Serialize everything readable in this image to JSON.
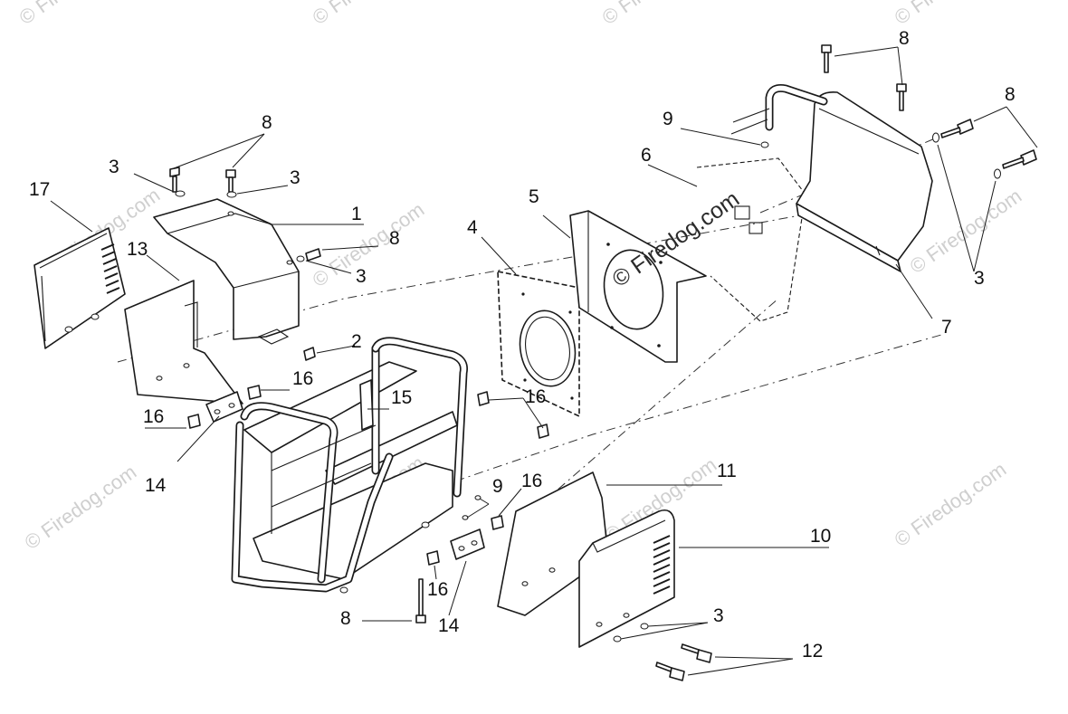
{
  "watermark": {
    "text": "© Firedog.com",
    "color": "#cfcfcf",
    "main_color": "#2a2a2a"
  },
  "callouts": {
    "c1": "1",
    "c2": "2",
    "c3": "3",
    "c4": "4",
    "c5": "5",
    "c6": "6",
    "c7": "7",
    "c8": "8",
    "c9": "9",
    "c10": "10",
    "c11": "11",
    "c12": "12",
    "c13": "13",
    "c14": "14",
    "c15": "15",
    "c16": "16",
    "c17": "17"
  }
}
